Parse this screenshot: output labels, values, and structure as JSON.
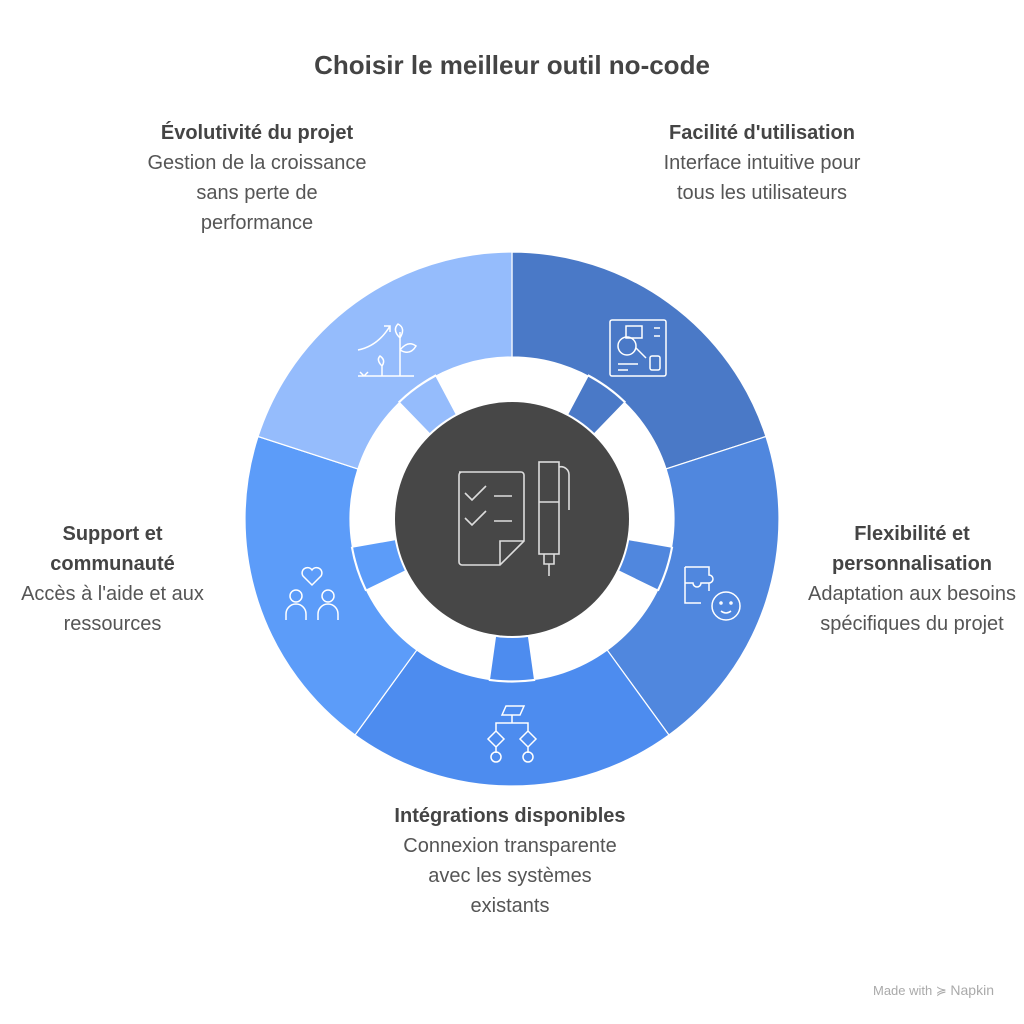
{
  "title": "Choisir le meilleur outil no-code",
  "center_icon": "checklist-pen-icon",
  "center_color": "#474747",
  "segments": [
    {
      "title": "Facilité d'utilisation",
      "desc": "Interface intuitive pour tous les utilisateurs",
      "color": "#4A79C7",
      "icon": "interface-icon"
    },
    {
      "title": "Flexibilité et personnalisation",
      "desc": "Adaptation aux besoins spécifiques du projet",
      "color": "#5087DE",
      "icon": "puzzle-face-icon"
    },
    {
      "title": "Intégrations disponibles",
      "desc": "Connexion transparente avec les systèmes existants",
      "color": "#4D8CEF",
      "icon": "flowchart-icon"
    },
    {
      "title": "Support et communauté",
      "desc": "Accès à l'aide et aux ressources",
      "color": "#5C9CF9",
      "icon": "people-heart-icon"
    },
    {
      "title": "Évolutivité du projet",
      "desc": "Gestion de la croissance sans perte de performance",
      "color": "#95BCFC",
      "icon": "growth-plant-icon"
    }
  ],
  "footer": {
    "made_with": "Made with",
    "brand": "Napkin"
  }
}
